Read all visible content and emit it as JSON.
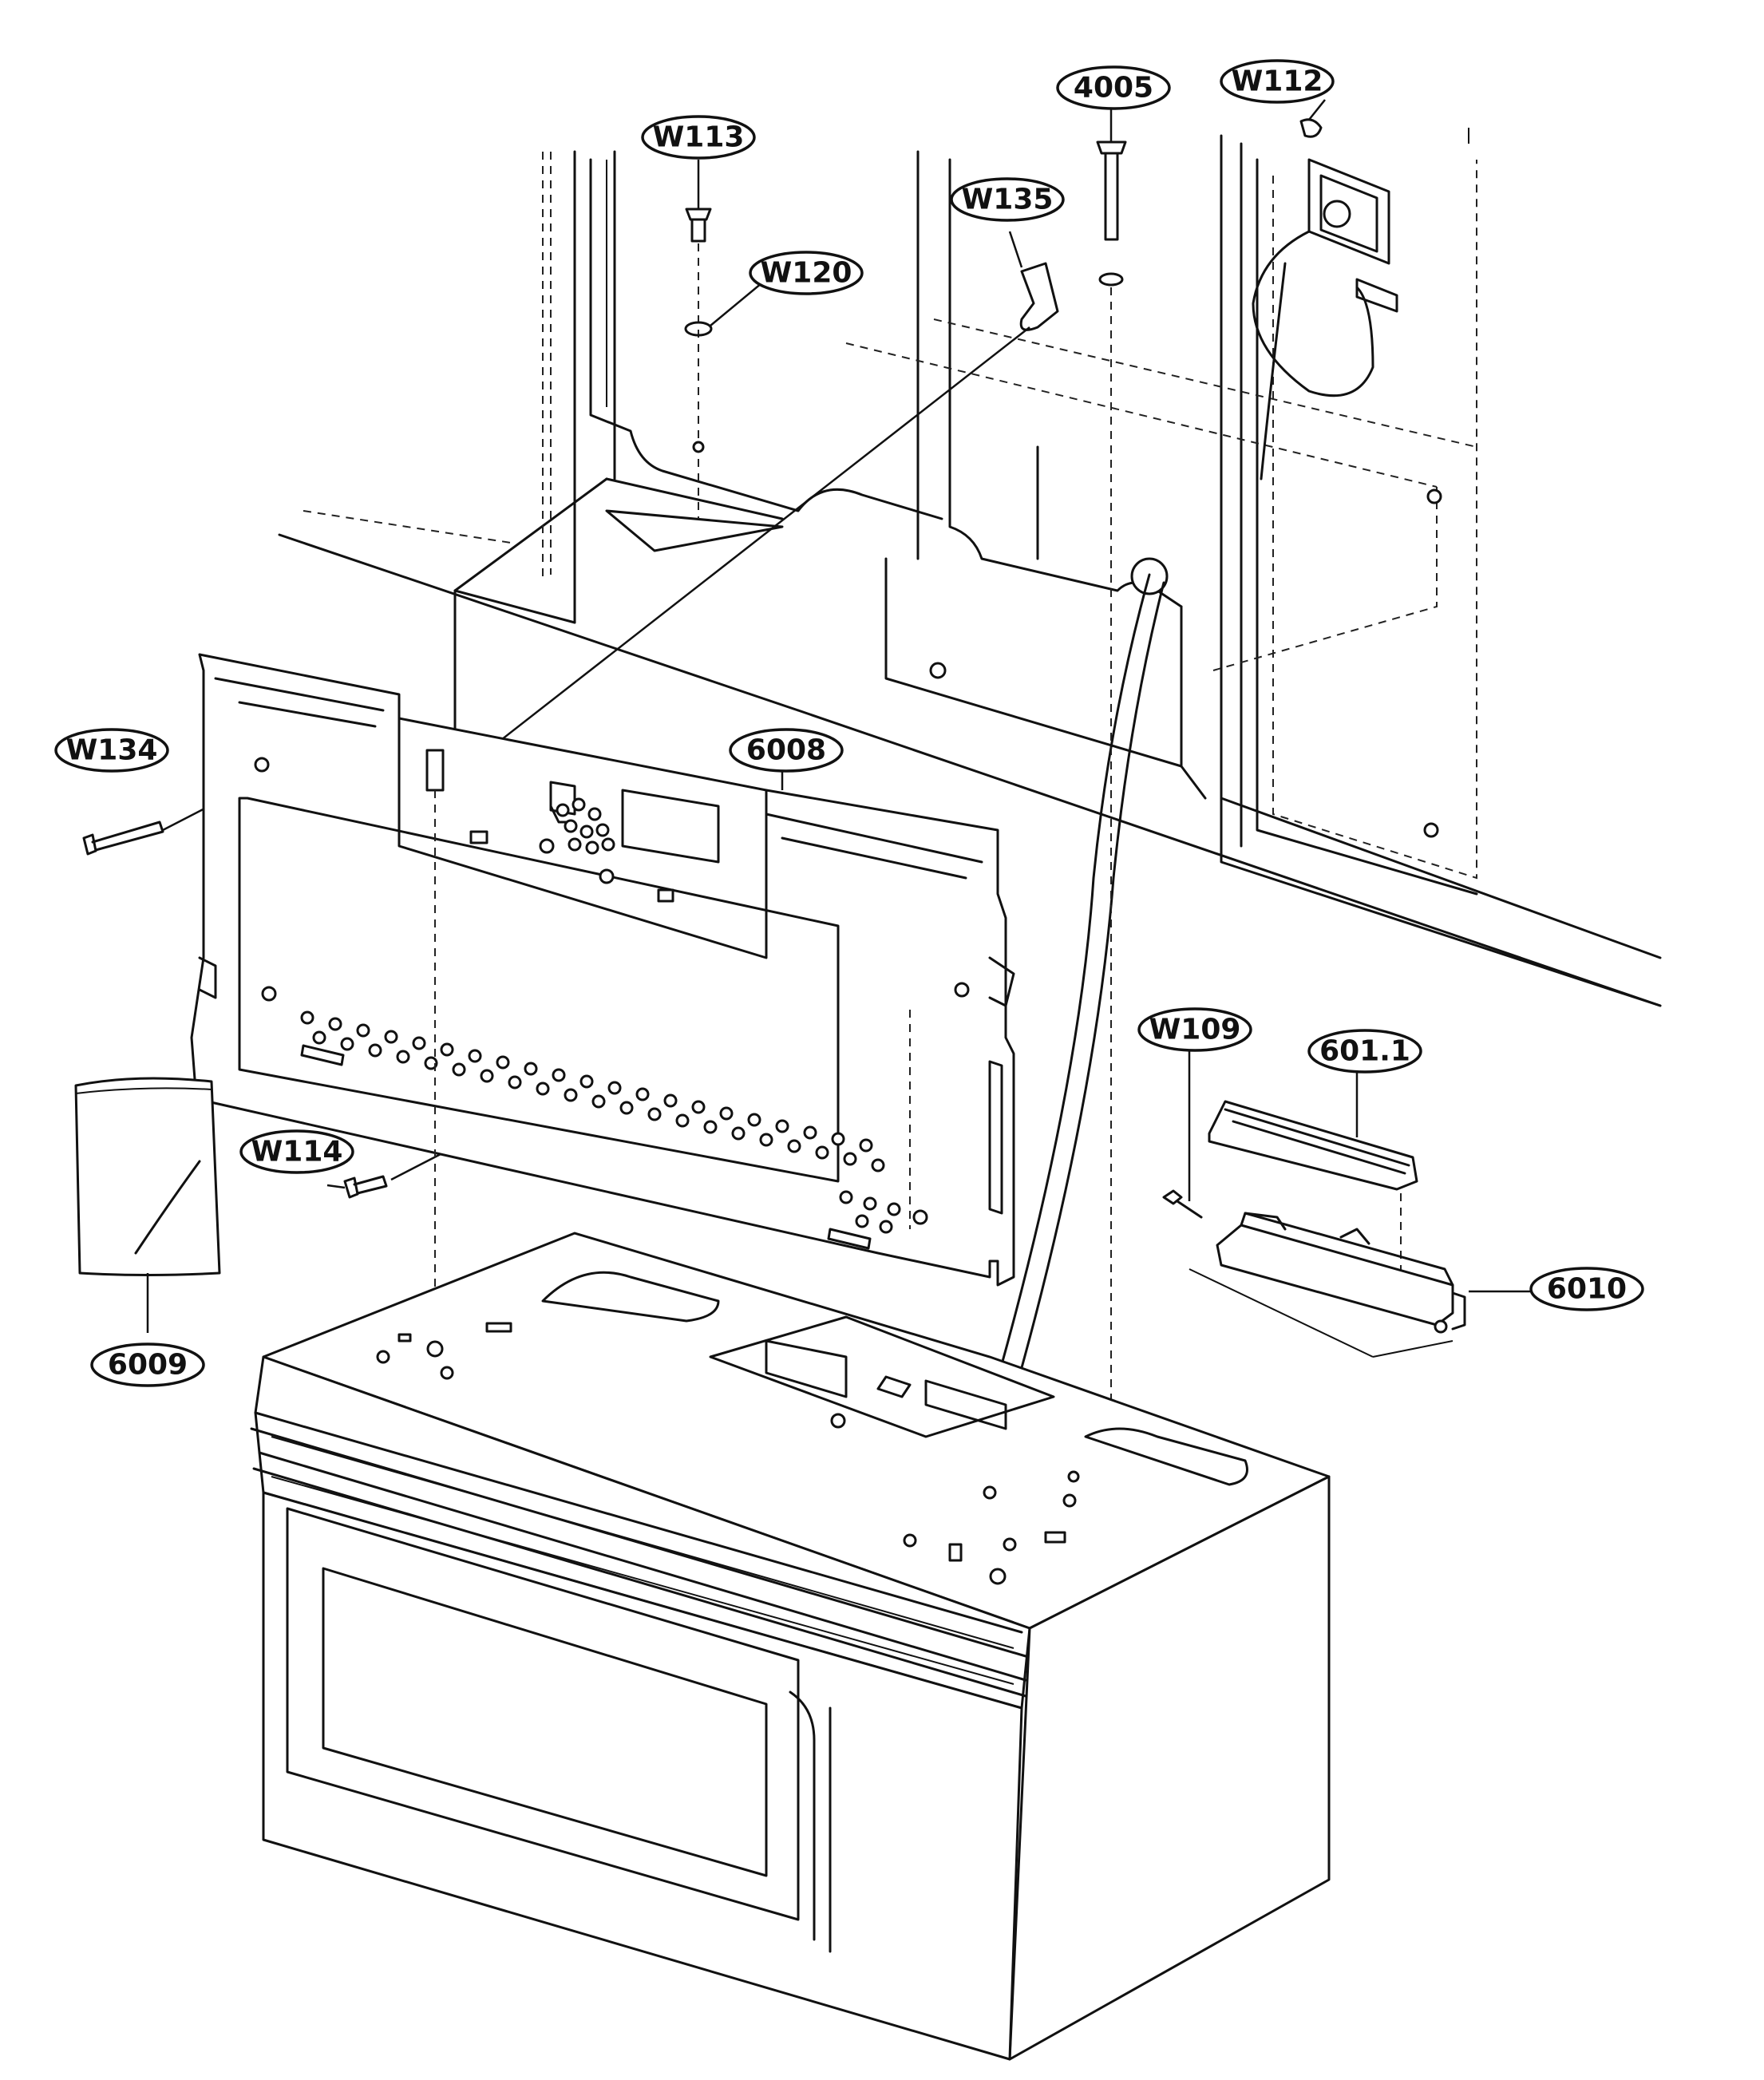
{
  "callouts": {
    "w113": "W113",
    "w120": "W120",
    "w135": "W135",
    "p4005": "4005",
    "w112": "W112",
    "w134": "W134",
    "p6008": "6008",
    "w109": "W109",
    "p6011": "601.1",
    "w114": "W114",
    "p6009": "6009",
    "p6010": "6010"
  }
}
